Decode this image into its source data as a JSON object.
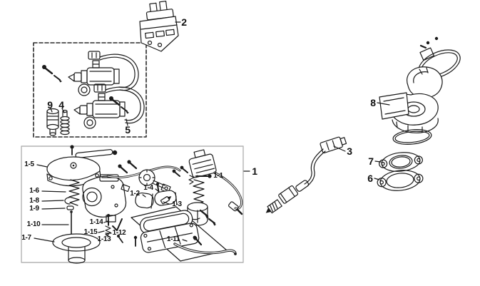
{
  "colors": {
    "background": "#ffffff",
    "line": "#1a1a1a",
    "box_frame": "#b3b3b3",
    "dashed_frame": "#2a2a2a",
    "label": "#111111"
  },
  "callouts": {
    "n1": {
      "label": "1"
    },
    "n2": {
      "label": "2"
    },
    "n3": {
      "label": "3"
    },
    "n4": {
      "label": "4"
    },
    "n5": {
      "label": "5"
    },
    "n6": {
      "label": "6"
    },
    "n7": {
      "label": "7"
    },
    "n8": {
      "label": "8"
    },
    "n9": {
      "label": "9"
    },
    "n1_1": {
      "label": "1-1"
    },
    "n1_2": {
      "label": "1-2"
    },
    "n1_3": {
      "label": "1-3"
    },
    "n1_4": {
      "label": "1-4"
    },
    "n1_5": {
      "label": "1-5"
    },
    "n1_6": {
      "label": "1-6"
    },
    "n1_7": {
      "label": "1-7"
    },
    "n1_8": {
      "label": "1-8"
    },
    "n1_9": {
      "label": "1-9"
    },
    "n1_10": {
      "label": "1-10"
    },
    "n1_11": {
      "label": "1-11"
    },
    "n1_12": {
      "label": "1-12"
    },
    "n1_13": {
      "label": "1-13"
    },
    "n1_14": {
      "label": "1-14"
    },
    "n1_15": {
      "label": "1-15"
    }
  }
}
